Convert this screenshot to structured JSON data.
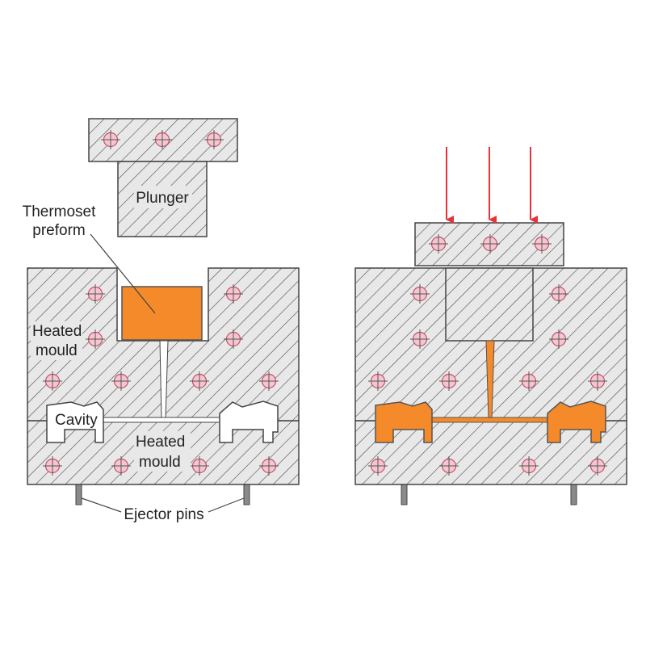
{
  "labels": {
    "plunger": "Plunger",
    "thermoset_line1": "Thermoset",
    "thermoset_line2": "preform",
    "heated_mould_upper_line1": "Heated",
    "heated_mould_upper_line2": "mould",
    "cavity": "Cavity",
    "heated_mould_lower_line1": "Heated",
    "heated_mould_lower_line2": "mould",
    "ejector_pins": "Ejector pins"
  },
  "colors": {
    "hatch_fill": "#e8e8e8",
    "hatch_line": "#555555",
    "outline": "#444444",
    "preform": "#f58a2a",
    "heater_fill": "#f6c6d0",
    "heater_stroke": "#c0506a",
    "arrow": "#e8323a",
    "pin": "#8a8a8a"
  }
}
